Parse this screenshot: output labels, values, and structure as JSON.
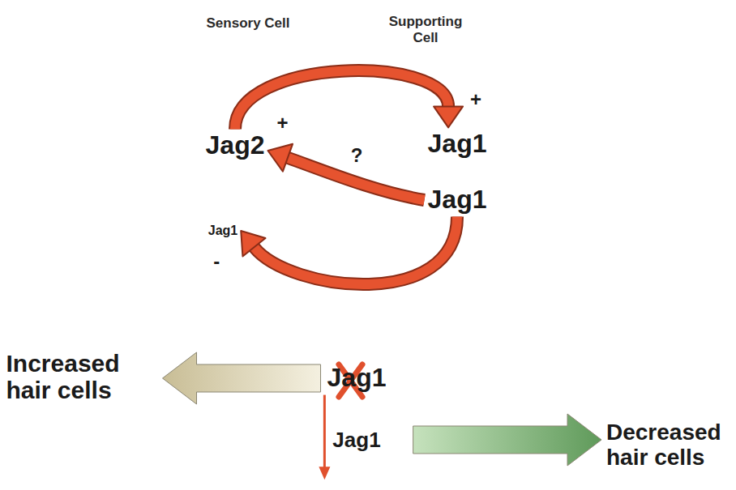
{
  "diagram": {
    "nodes": [
      {
        "text": [
          "Sensory Cell"
        ]
      },
      {
        "text": [
          "Jag2"
        ],
        "in": 0
      },
      {
        "text": [
          "Jag1"
        ],
        "in": 0
      },
      {
        "text": [
          "Supporting Cell"
        ]
      },
      {
        "text": [
          "Jag1"
        ],
        "in": 3
      },
      {
        "text": [
          "Jag1"
        ],
        "in": 3
      },
      {
        "text": [
          "Jag1"
        ]
      },
      {
        "text": [
          "Jag1"
        ]
      },
      {
        "text": [
          "Increased hair cells"
        ]
      },
      {
        "text": [
          "Decreased hair cells"
        ]
      }
    ],
    "edges": [
      {
        "from": 1,
        "to": 4,
        "arrow": "to",
        "label": "+"
      },
      {
        "from": 5,
        "to": 1,
        "arrow": "to",
        "label": "+"
      },
      {
        "from": 5,
        "to": 2,
        "arrow": "to",
        "label": "-"
      },
      {
        "from": 6,
        "to": 8,
        "arrow": "to"
      },
      {
        "from": 6,
        "to": 7,
        "arrow": "to"
      },
      {
        "from": 7,
        "to": 9,
        "arrow": "to"
      }
    ],
    "labels": [
      "?"
    ]
  }
}
